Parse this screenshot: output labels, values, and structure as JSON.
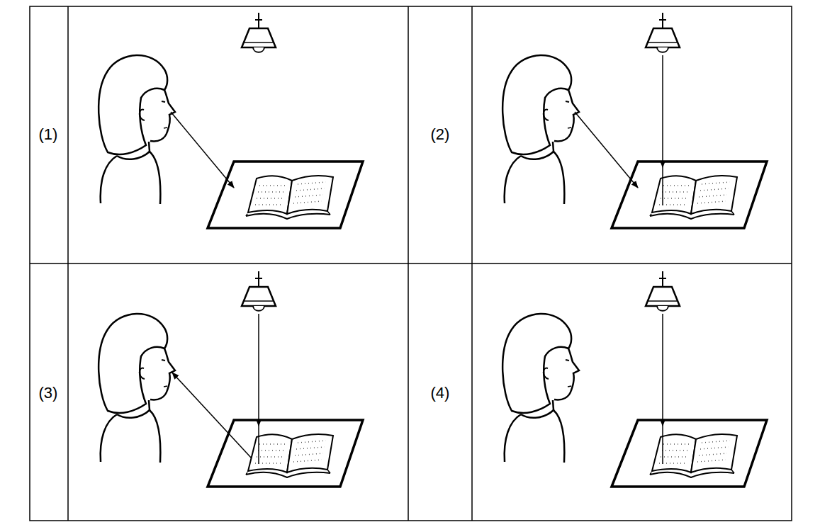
{
  "diagram": {
    "labels": [
      "(1)",
      "(2)",
      "(3)",
      "(4)"
    ]
  }
}
